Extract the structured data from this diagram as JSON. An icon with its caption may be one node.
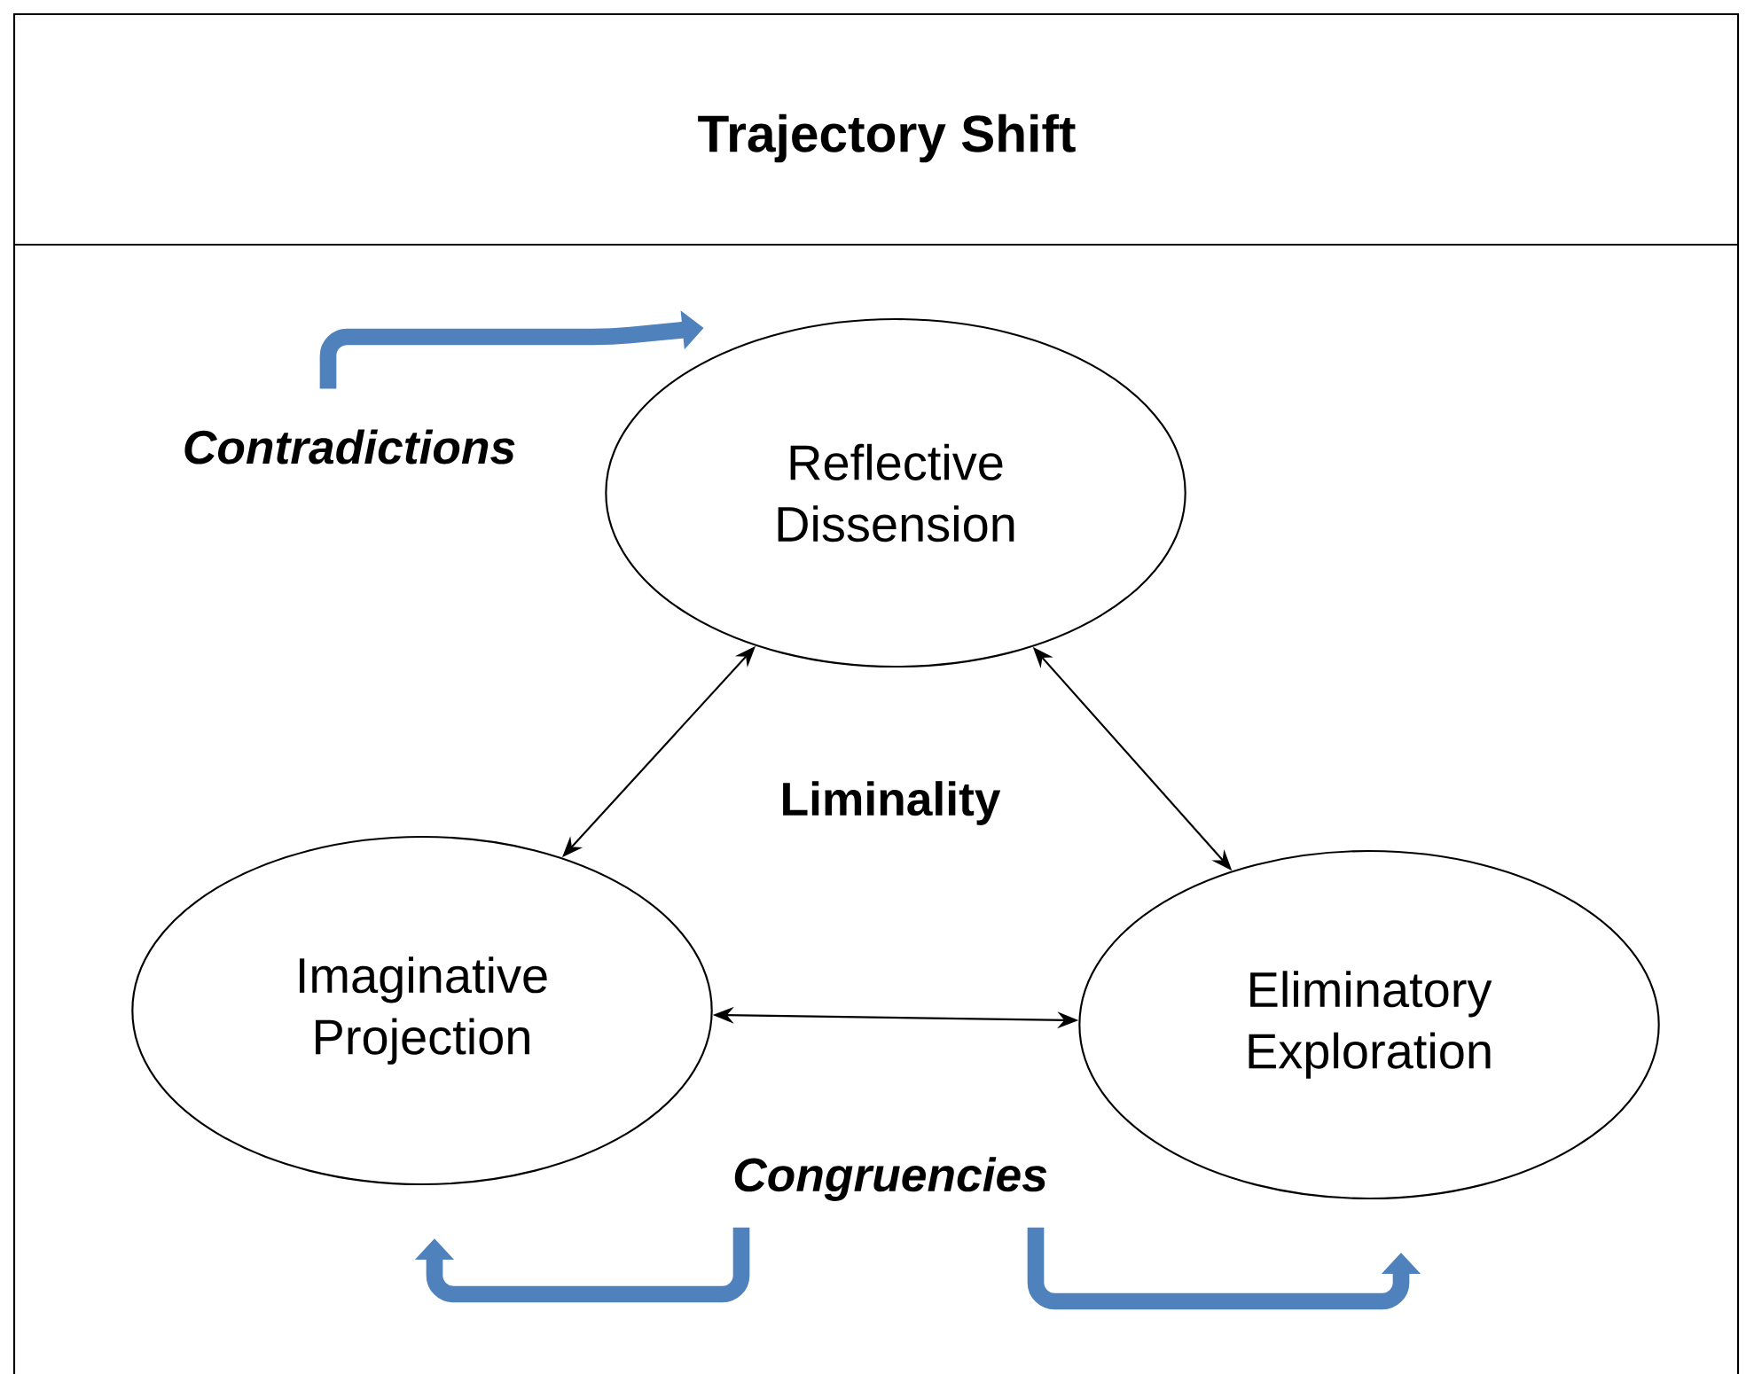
{
  "diagram": {
    "title": "Trajectory Shift",
    "nodes": [
      {
        "text": [
          "Reflective Dissension"
        ]
      },
      {
        "text": [
          "Imaginative Projection"
        ]
      },
      {
        "text": [
          "Eliminatory Exploration"
        ]
      },
      {
        "text": [
          "Contradictions"
        ]
      },
      {
        "text": [
          "Congruencies"
        ]
      }
    ],
    "edges": [
      {
        "from": 0,
        "to": 1,
        "arrow": "both"
      },
      {
        "from": 0,
        "to": 2,
        "arrow": "both"
      },
      {
        "from": 1,
        "to": 2,
        "arrow": "both"
      },
      {
        "from": 3,
        "to": 0,
        "arrow": "to",
        "style": "thick",
        "color": "#4f81bd"
      },
      {
        "from": 4,
        "to": 1,
        "arrow": "to",
        "style": "thick",
        "color": "#4f81bd"
      },
      {
        "from": 4,
        "to": 2,
        "arrow": "to",
        "style": "thick",
        "color": "#4f81bd"
      }
    ],
    "labels": [
      "Liminality"
    ]
  }
}
